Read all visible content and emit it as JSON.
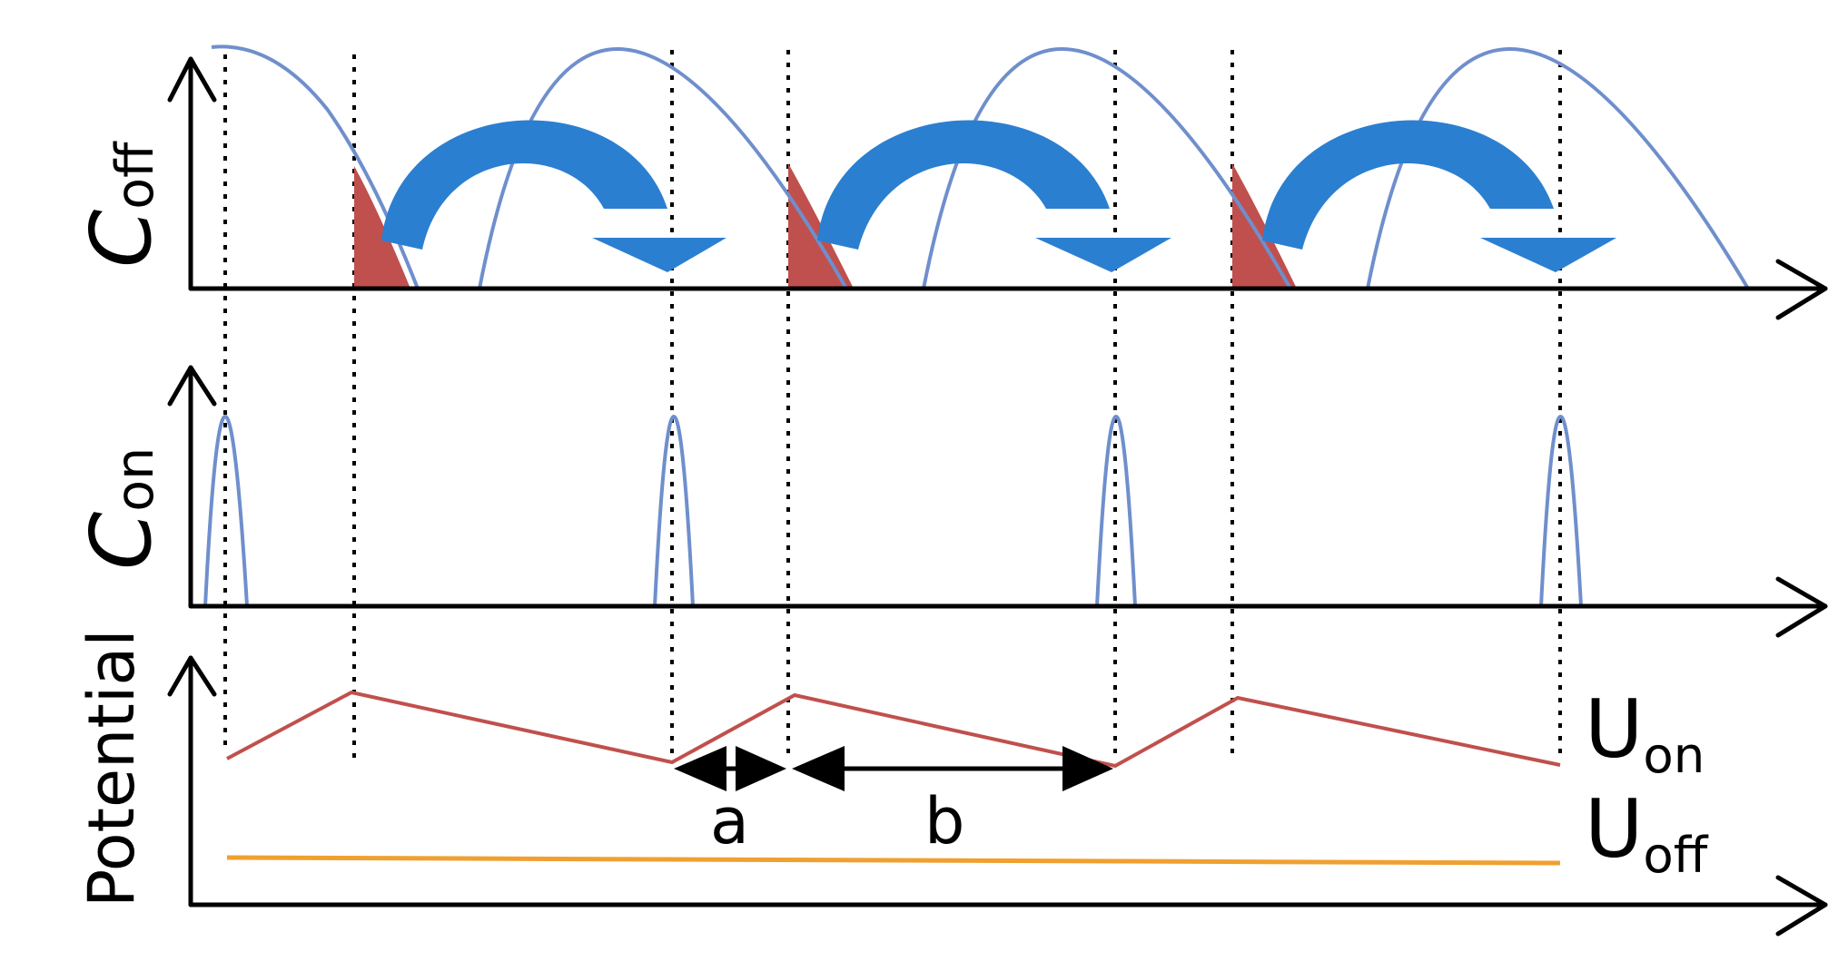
{
  "labels": {
    "c_off": {
      "main": "C",
      "sub": "off"
    },
    "c_on": {
      "main": "C",
      "sub": "on"
    },
    "potential": "Potential",
    "u_on": {
      "main": "U",
      "sub": "on"
    },
    "u_off": {
      "main": "U",
      "sub": "off"
    },
    "a": "a",
    "b": "b"
  },
  "colors": {
    "curve": "#6f8fcc",
    "transfer_arrow": "#2b7fd0",
    "shaded_area": "#c0504d",
    "potential_on": "#c0504d",
    "potential_off": "#f0a030",
    "axis": "#000000"
  }
}
